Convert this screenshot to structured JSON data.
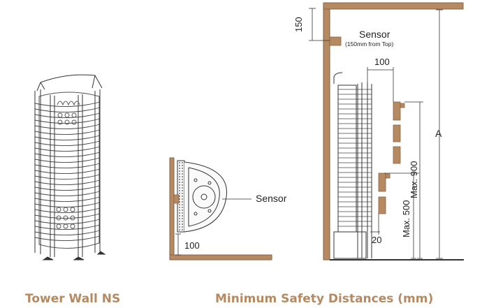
{
  "captions": {
    "product": "Tower Wall NS",
    "distances": "Minimum Safety Distances (mm)"
  },
  "labels": {
    "sensor_top": "Sensor",
    "sensor_top_note": "(150mm from Top)",
    "sensor_plan": "Sensor",
    "dim_150": "150",
    "dim_100_top": "100",
    "dim_100_side": "100",
    "dim_20": "20",
    "dim_max500": "Max. 500",
    "dim_max900": "Max. 900",
    "dim_a": "A"
  },
  "colors": {
    "wall": "#b58a62",
    "wall_dark": "#8a6243",
    "line": "#222222",
    "caption": "#b58a62"
  }
}
